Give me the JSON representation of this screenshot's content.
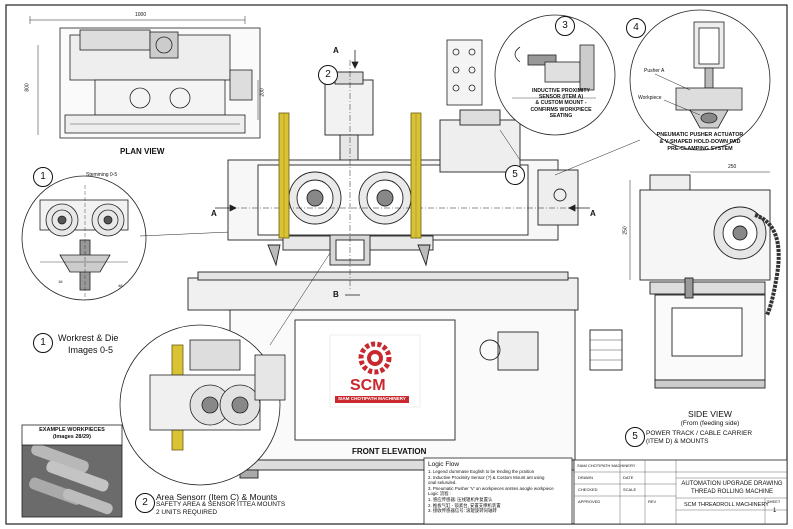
{
  "plan_view": {
    "title": "PLAN VIEW",
    "dim_width": "1000",
    "dim_height": "800",
    "dim_inner": "200"
  },
  "section_marks": {
    "a_top": "A",
    "a_left": "A",
    "a_right": "A",
    "b": "B"
  },
  "callouts": {
    "c1a": "1",
    "c1b": "1",
    "c2a": "2",
    "c2b": "2",
    "c3": "3",
    "c4": "4",
    "c5a": "5",
    "c5b": "5"
  },
  "detail1": {
    "label": "Stemming 0-5",
    "caption_line1": "Workrest & Die",
    "caption_line2": "Images 0-5",
    "dim1": "16",
    "dim2": "48"
  },
  "detail3": {
    "line1": "INDUCTIVE PROXIMITY",
    "line2": "SENSOR (ITEM A)",
    "line3": "& CUSTOM MOUNT -",
    "line4": "CONFIRMS WORKPIECE",
    "line5": "SEATING"
  },
  "detail4": {
    "label_pusher": "Pusher A",
    "label_workpiece": "Workpiece",
    "line1": "PNEUMATIC PUSHER ACTUATOR",
    "line2": "& V-SHAPED HOLD-DOWN PAD",
    "line3": "PRE-CLAMPING SYSTEM"
  },
  "side_view": {
    "dim_width": "250",
    "dim_height": "250",
    "title": "SIDE VIEW",
    "sub1": "(From (feeding side)",
    "sub2": "POWER TRACK / CABLE CARRIER",
    "sub3": "(ITEM D) & MOUNTS"
  },
  "front_elevation": {
    "title": "FRONT ELEVATION"
  },
  "detail2": {
    "line1": "Area Sensorr (Item C) & Mounts",
    "line2": "SAFETY AREA & SENSOR ITTEA MOUNTS",
    "line3": "2 UNITS REQUIRED"
  },
  "examples": {
    "line1": "EXAMPLE WORKPIECES",
    "line2": "(Images 28/29)"
  },
  "logo": {
    "mark": "SCM",
    "company": "SIAM CHOTIPATH MACHINERY"
  },
  "logic_flow": {
    "title": "Logic Flow",
    "items": [
      "1. Legend clummase Eoglish to be lending the pcsition",
      "2. Inductive Proximity Sensor (?) & Costom Mount ant using",
      "   onal seluruled.",
      "3. Pneumatic Pusher 'V' on workpieces anntes aoogle workpiece",
      "Logic 流程 :",
      "1. 感应传感器: 压线辊机件复置认",
      "2. 推板气缸 - 锁紧台, 安置支撑机装置",
      "3. 接收传感器信号: 滚辊旋转同轴转"
    ]
  },
  "title_block": {
    "project_line1": "AUTOMATION UPGRADE DRAWING",
    "project_line2": "THREAD ROLLING MACHINE",
    "bottom_name": "SCM THREADROLL MACHINERY",
    "sheet_label": "SHEET",
    "sheet_no": "1",
    "header_left": "SIAM CHOTIPATH MACHINERY",
    "drawn_label": "DRAWN",
    "date_label": "DATE",
    "scale_label": "SCALE",
    "rev_label": "REV",
    "approved_label": "APPROVED",
    "checked_label": "CHECKED"
  },
  "colors": {
    "guard_yellow": "#d9c234",
    "logo_red": "#c8282e",
    "line": "#222222"
  }
}
